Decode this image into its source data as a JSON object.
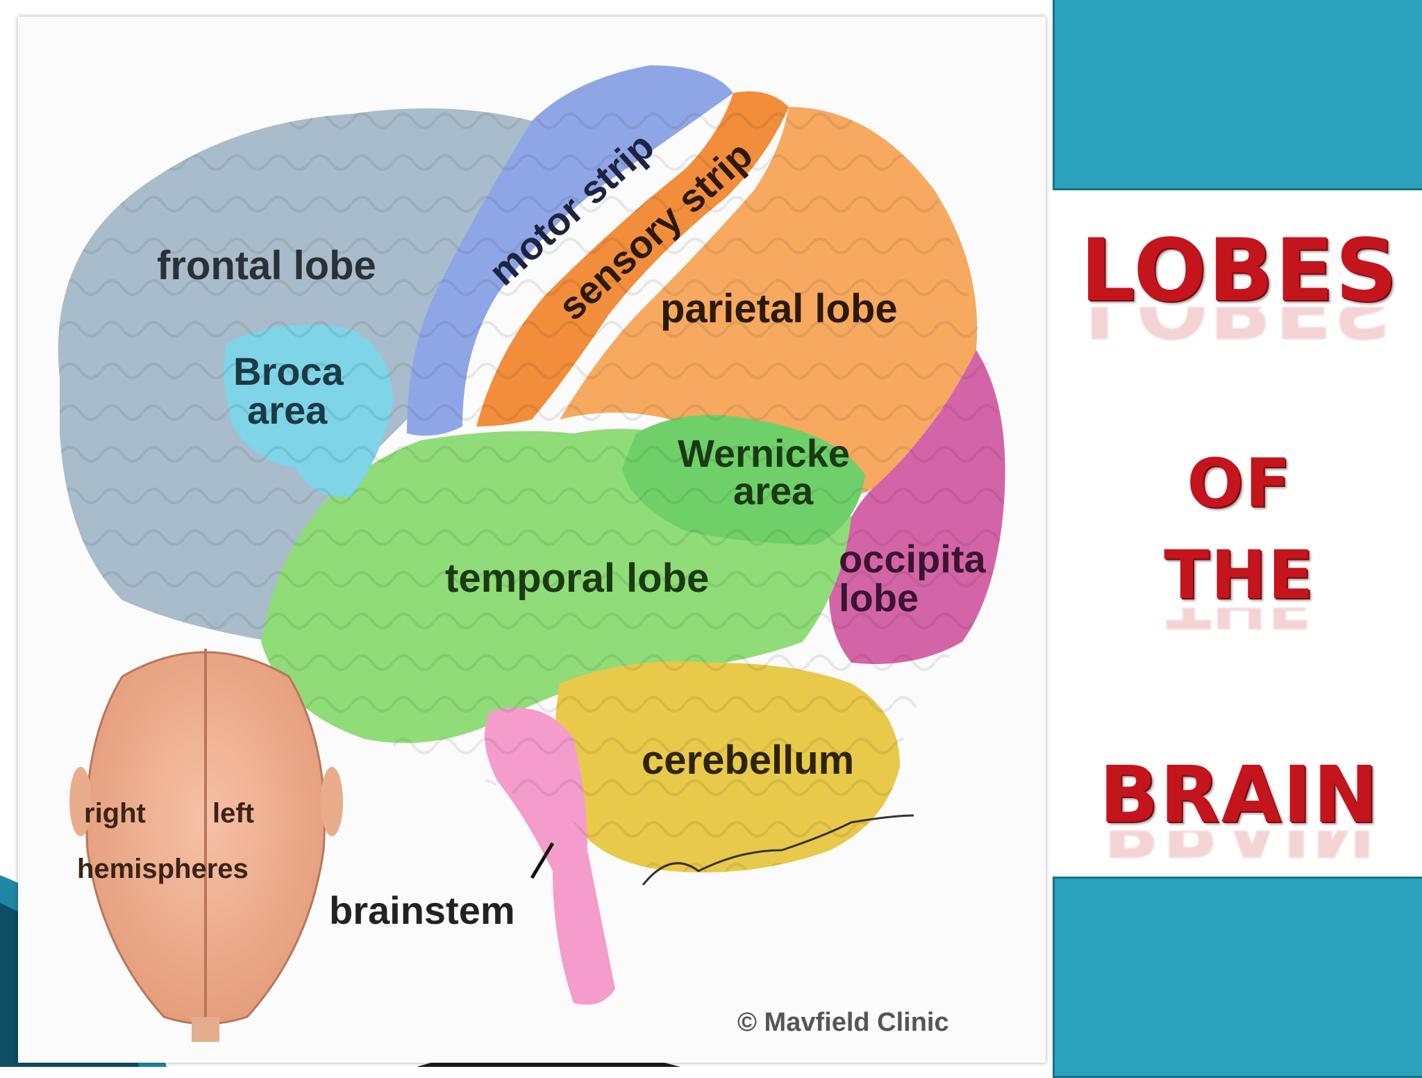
{
  "title": {
    "line1": "LOBES",
    "line2": "OF",
    "line3": "THE",
    "line4": "BRAIN"
  },
  "labels": {
    "frontal": "frontal lobe",
    "motor": "motor strip",
    "sensory": "sensory strip",
    "parietal": "parietal lobe",
    "broca_1": "Broca",
    "broca_2": "area",
    "wernicke_1": "Wernicke",
    "wernicke_2": "area",
    "temporal": "temporal lobe",
    "occipital_1": "occipita",
    "occipital_2": "lobe",
    "cerebellum": "cerebellum",
    "brainstem": "brainstem",
    "right": "right",
    "left": "left",
    "hemispheres": "hemispheres"
  },
  "credit": "© Mavfield Clinic",
  "colors": {
    "teal": "#2aa1bd",
    "title_red": "#c4141c",
    "frontal": "#a9bccb",
    "motor": "#8fa6e6",
    "sensory": "#f28d3c",
    "parietal": "#f6a95f",
    "broca": "#7fd4e8",
    "wernicke": "#6fd06a",
    "temporal": "#8fdc78",
    "occipital": "#d464a8",
    "cerebellum": "#e8c94a",
    "brainstem": "#f49ccc"
  }
}
